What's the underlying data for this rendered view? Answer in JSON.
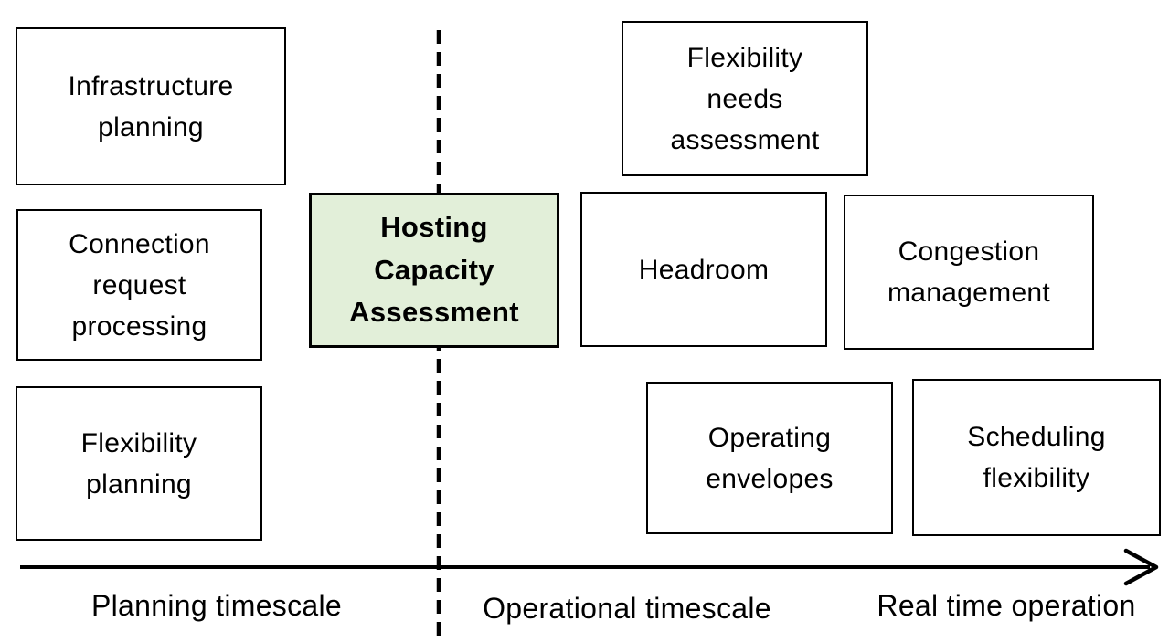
{
  "colors": {
    "background": "#FFFFFF",
    "box_fill": "#FFFFFF",
    "box_border": "#000000",
    "highlight_fill": "#E2EFD9",
    "text": "#000000"
  },
  "boxes": {
    "infrastructure_planning": {
      "label": "Infrastructure\nplanning"
    },
    "connection_request_processing": {
      "label": "Connection\nrequest\nprocessing"
    },
    "flexibility_planning": {
      "label": "Flexibility\nplanning"
    },
    "hosting_capacity_assessment": {
      "label": "Hosting\nCapacity\nAssessment",
      "highlighted": true
    },
    "flexibility_needs_assessment": {
      "label": "Flexibility\nneeds\nassessment"
    },
    "headroom": {
      "label": "Headroom"
    },
    "congestion_management": {
      "label": "Congestion\nmanagement"
    },
    "operating_envelopes": {
      "label": "Operating\nenvelopes"
    },
    "scheduling_flexibility": {
      "label": "Scheduling\nflexibility"
    }
  },
  "timeline": {
    "planning_label": "Planning timescale",
    "operational_label": "Operational timescale",
    "realtime_label": "Real time operation"
  }
}
